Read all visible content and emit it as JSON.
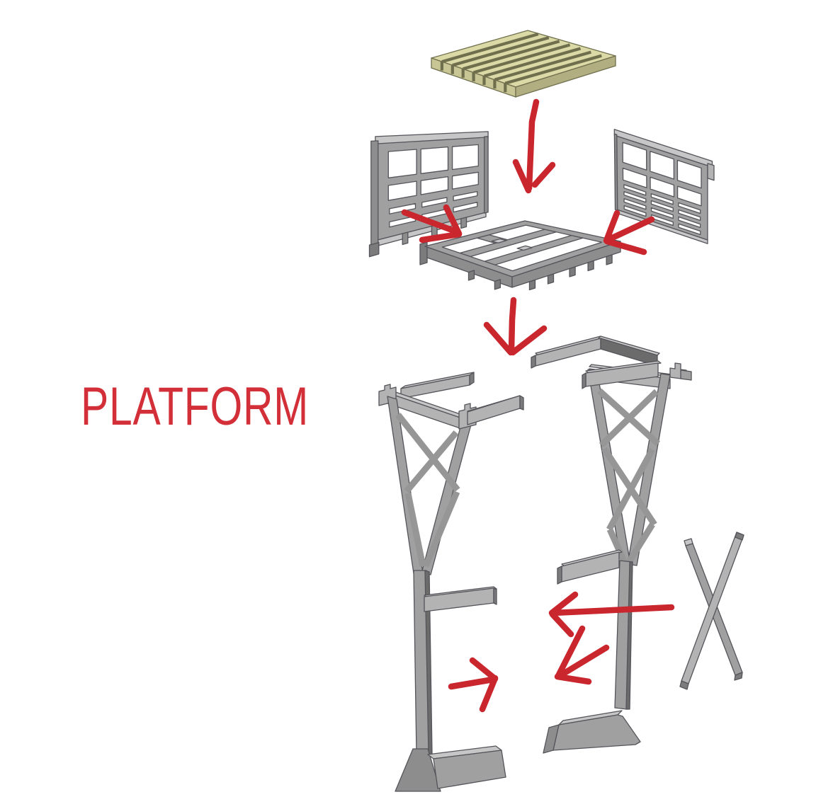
{
  "title": {
    "label": "PLATFORM"
  },
  "palette": {
    "bg": "#ffffff",
    "arrow_red": "#c9262e",
    "title_red": "#d32f38",
    "g_light": "#c6c6c6",
    "g_midlight": "#b3b3b3",
    "g_mid": "#a0a0a0",
    "g_middark": "#8d8d8d",
    "g_dark": "#7b7b7b",
    "g_deep": "#6b6b6b",
    "g_brace": "#969696",
    "ol": "#54545a",
    "deck_top": "#dbd9a6",
    "deck_front": "#c8c695",
    "deck_side": "#b1af82",
    "deck_groove": "#6f6f4e",
    "deck_ol": "#70704f"
  },
  "parts": {
    "deck": "slatted-deck",
    "left_railing": "railing-panel-left",
    "right_railing": "railing-panel-right",
    "base_frame": "base-frame",
    "left_leg": "trestle-leg-left",
    "right_leg": "trestle-leg-right",
    "cross_brace": "x-cross-brace",
    "arrows": "assembly-direction-arrows"
  }
}
